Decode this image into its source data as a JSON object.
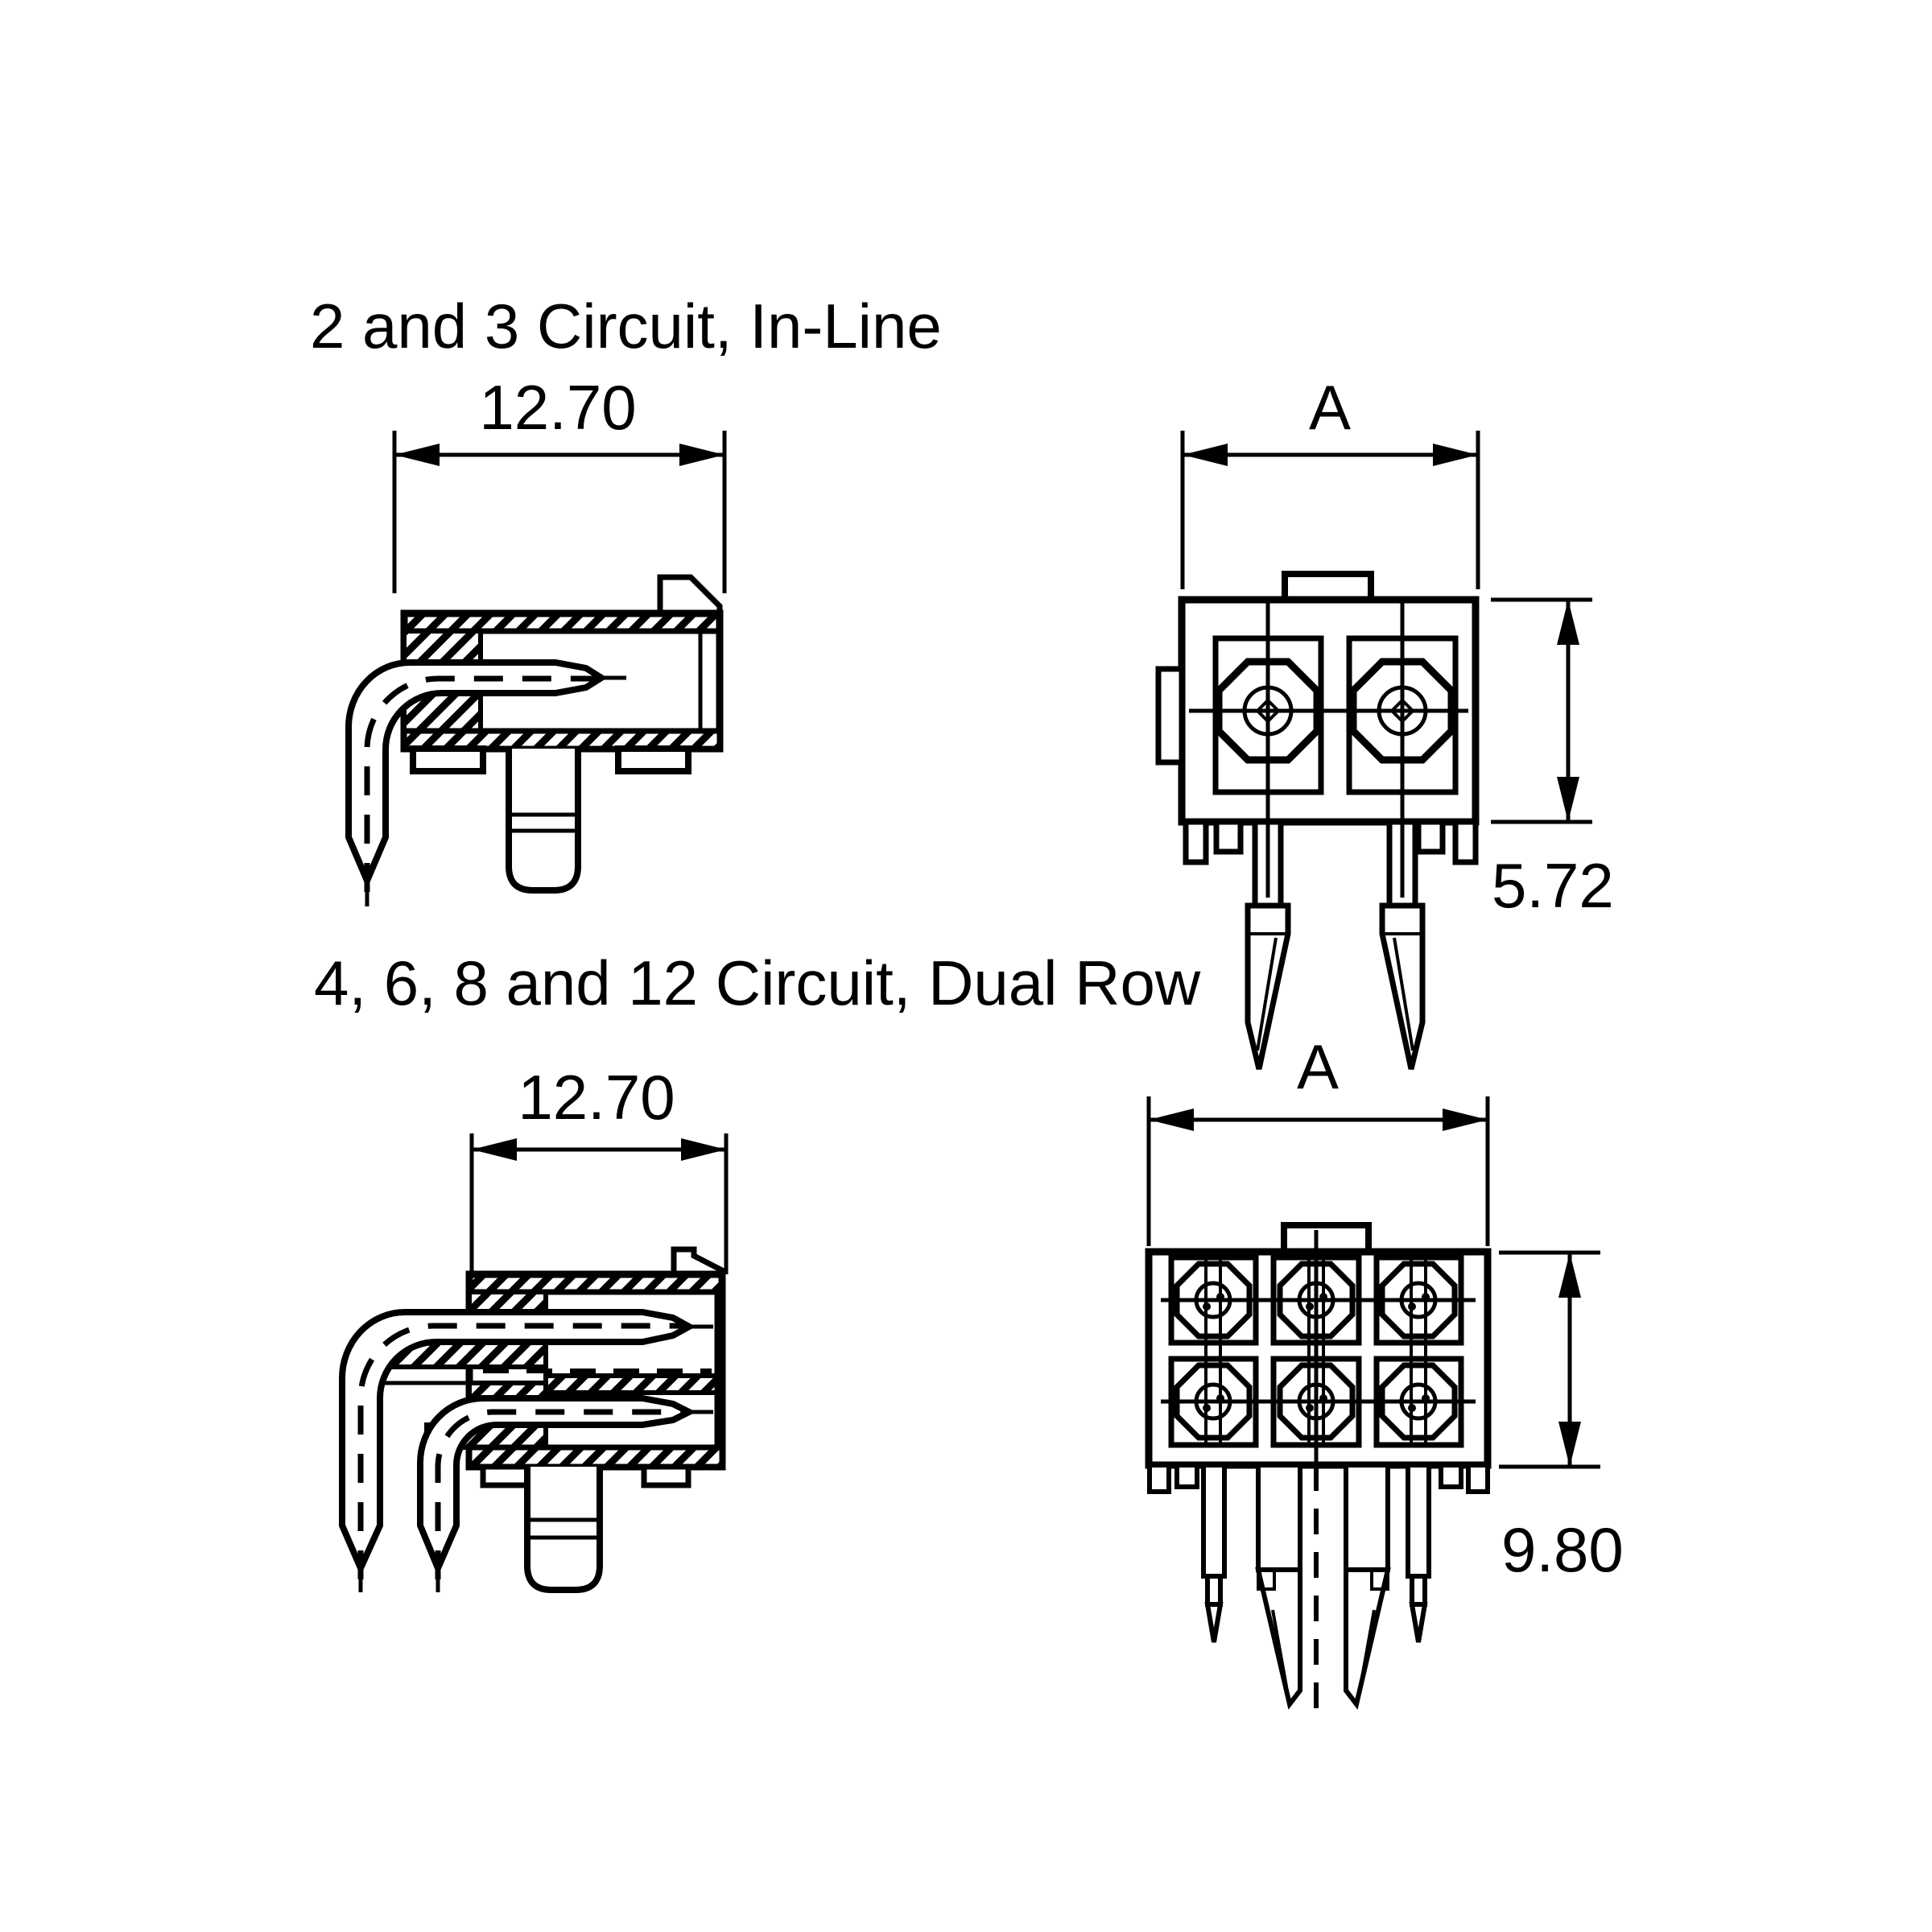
{
  "drawing": {
    "background": "#ffffff",
    "ink": "#000000",
    "sections": [
      {
        "title": "2 and 3 Circuit, In-Line",
        "side_view": {
          "width_dim": "12.70"
        },
        "front_view": {
          "width_dim": "A",
          "height_dim": "5.72",
          "circuits": 2,
          "rows": 1,
          "columns": 2
        }
      },
      {
        "title": "4, 6, 8 and 12 Circuit, Dual Row",
        "side_view": {
          "width_dim": "12.70"
        },
        "front_view": {
          "width_dim": "A",
          "height_dim": "9.80",
          "circuits": 6,
          "rows": 2,
          "columns": 3
        }
      }
    ]
  }
}
